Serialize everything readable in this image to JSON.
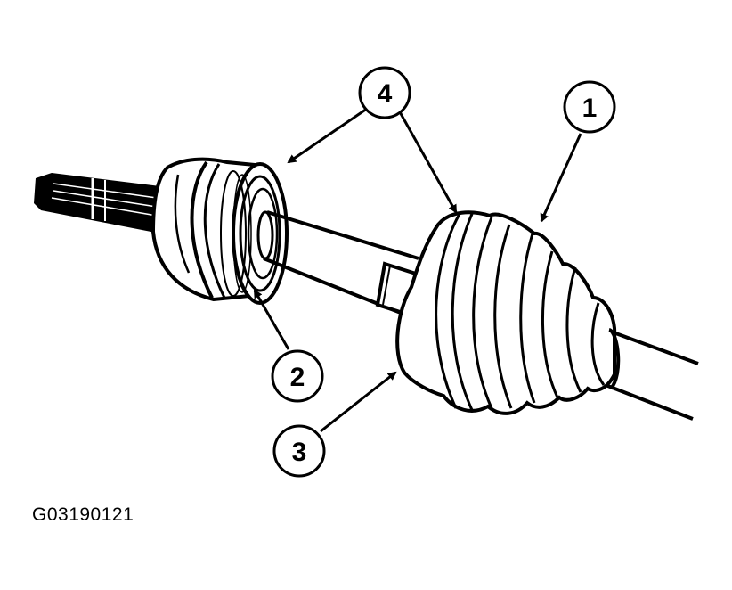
{
  "figure": {
    "code": "G03190121"
  },
  "callouts": [
    {
      "id": "1",
      "label": "1",
      "part": "boot"
    },
    {
      "id": "2",
      "label": "2",
      "part": "small-clamp"
    },
    {
      "id": "3",
      "label": "3",
      "part": "boot-large-end"
    },
    {
      "id": "4",
      "label": "4",
      "part": "clamps"
    }
  ],
  "colors": {
    "ink": "#000000",
    "paper": "#ffffff"
  }
}
